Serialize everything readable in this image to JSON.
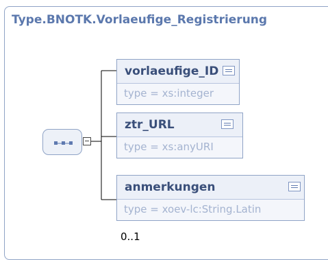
{
  "frame": {
    "title": "Type.BNOTK.Vorlaeufige_Registrierung"
  },
  "elements": [
    {
      "name": "vorlaeufige_ID",
      "type_label": "type = xs:integer",
      "occurrence": ""
    },
    {
      "name": "ztr_URL",
      "type_label": "type = xs:anyURI",
      "occurrence": ""
    },
    {
      "name": "anmerkungen",
      "type_label": "type = xoev-lc:String.Latin",
      "occurrence": "0..1"
    }
  ],
  "colors": {
    "border": "#8fa3c6",
    "title": "#5b78ad",
    "type_text": "#a4b3d0",
    "header_bg": "#ecf0f8"
  },
  "icons": {
    "sequence": "sequence-compositor-icon",
    "collapse": "collapse-minus-icon",
    "documentation": "documentation-icon"
  }
}
